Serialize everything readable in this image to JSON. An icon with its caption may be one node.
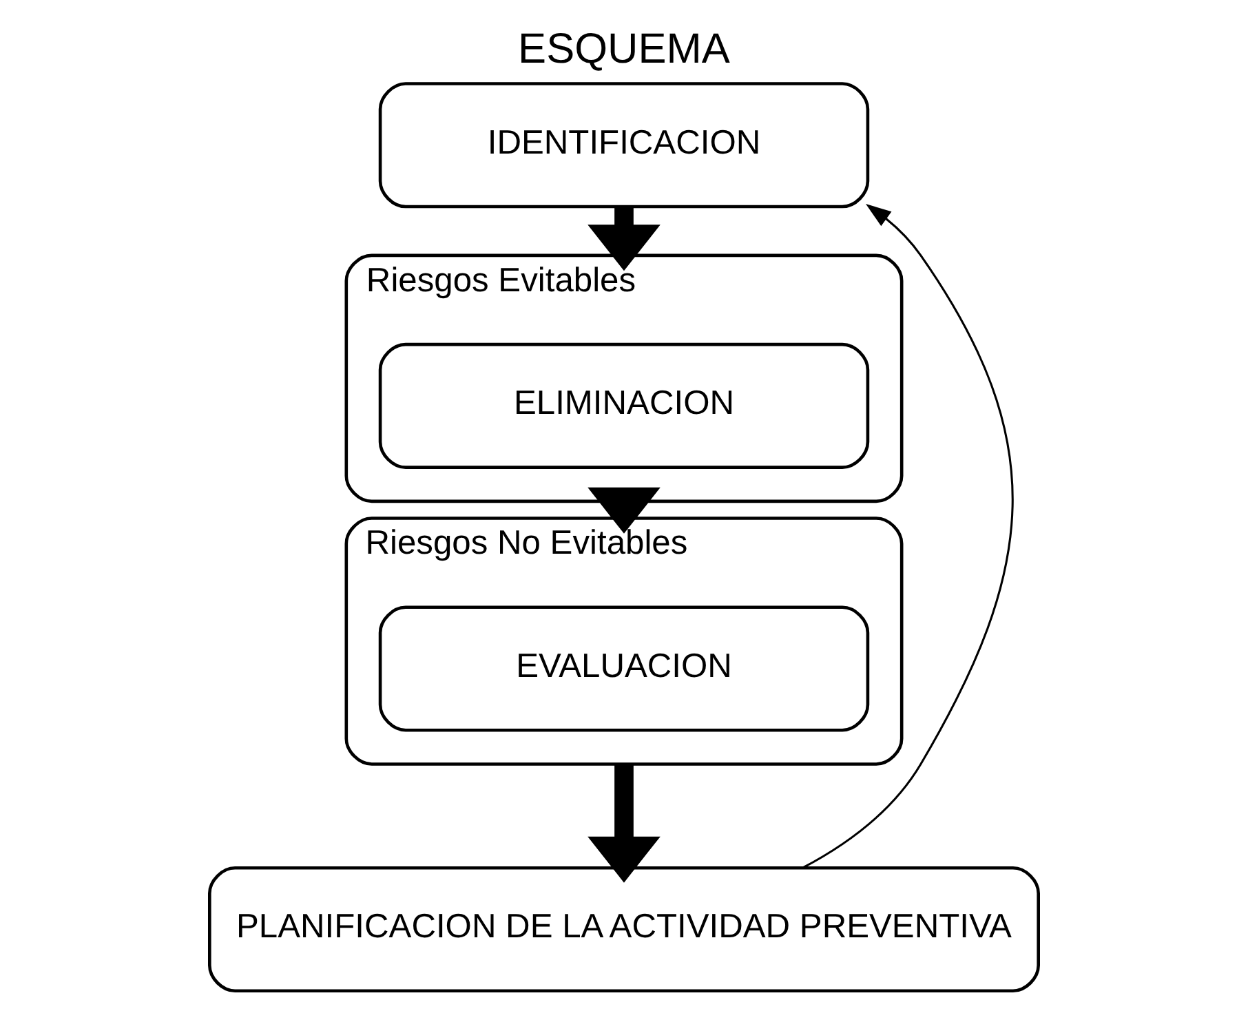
{
  "diagram": {
    "title": "ESQUEMA",
    "nodes": [
      {
        "text": [
          "IDENTIFICACION"
        ]
      },
      {
        "text": [
          "Riesgos Evitables"
        ]
      },
      {
        "text": [
          "ELIMINACION"
        ],
        "in": 1
      },
      {
        "text": [
          "Riesgos No Evitables"
        ]
      },
      {
        "text": [
          "EVALUACION"
        ],
        "in": 3
      },
      {
        "text": [
          "PLANIFICACION DE LA ACTIVIDAD PREVENTIVA"
        ]
      }
    ],
    "edges": [
      {
        "from": 0,
        "to": 1,
        "arrow": "to"
      },
      {
        "from": 1,
        "to": 3,
        "arrow": "to"
      },
      {
        "from": 3,
        "to": 5,
        "arrow": "to"
      },
      {
        "from": 5,
        "to": 0,
        "arrow": "to"
      }
    ]
  }
}
